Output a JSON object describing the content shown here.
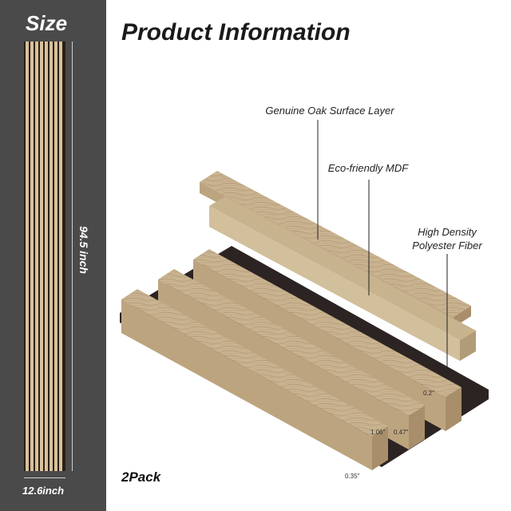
{
  "left_panel": {
    "title": "Size",
    "height_label": "94.5 inch",
    "width_label": "12.6inch"
  },
  "main": {
    "title": "Product Information",
    "callouts": {
      "oak": "Genuine Oak Surface Layer",
      "mdf": "Eco-friendly MDF",
      "fiber_line1": "High Density",
      "fiber_line2": "Polyester Fiber"
    },
    "pack_label": "2Pack",
    "dimensions": {
      "slat_height": "0.35\"",
      "slat_width": "1.06\"",
      "gap": "0.47\"",
      "slat_top": "0.2\""
    }
  },
  "colors": {
    "panel_bg": "#4a4a4a",
    "oak": "#c9b391",
    "oak_dark": "#a88e6a",
    "felt": "#2c2422"
  }
}
